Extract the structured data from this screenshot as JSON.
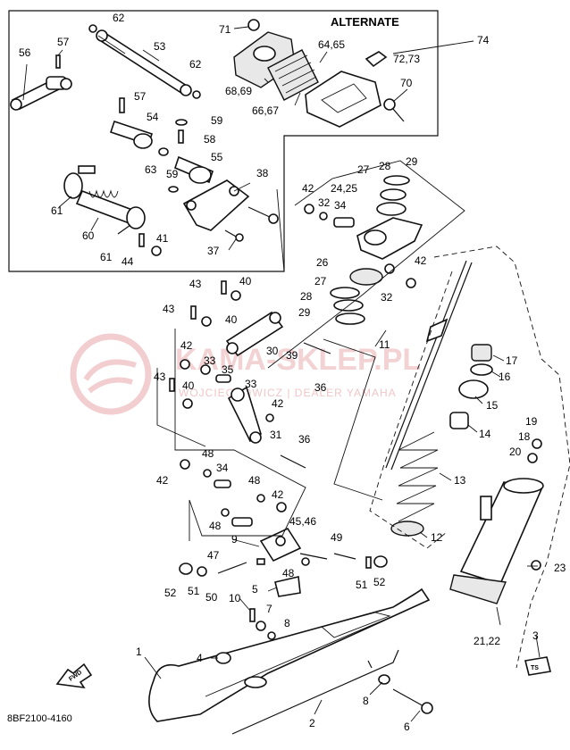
{
  "diagram": {
    "header": "ALTERNATE",
    "figure_code": "8BF2100-4160",
    "fwd_label": "FWD",
    "ts_label": "TS",
    "watermark": {
      "brand": "KAMA-SKLEP.PL",
      "sub": "WOJCIECHOWICZ | DEALER YAMAHA"
    },
    "callouts": [
      {
        "id": "c62a",
        "text": "62"
      },
      {
        "id": "c71",
        "text": "71"
      },
      {
        "id": "c57a",
        "text": "57"
      },
      {
        "id": "c53",
        "text": "53"
      },
      {
        "id": "c56",
        "text": "56"
      },
      {
        "id": "c62b",
        "text": "62"
      },
      {
        "id": "c6465",
        "text": "64,65"
      },
      {
        "id": "c7273",
        "text": "72,73"
      },
      {
        "id": "c74",
        "text": "74"
      },
      {
        "id": "c70",
        "text": "70"
      },
      {
        "id": "c6869",
        "text": "68,69"
      },
      {
        "id": "c6667",
        "text": "66,67"
      },
      {
        "id": "c57b",
        "text": "57"
      },
      {
        "id": "c54",
        "text": "54"
      },
      {
        "id": "c59a",
        "text": "59"
      },
      {
        "id": "c58",
        "text": "58"
      },
      {
        "id": "c63",
        "text": "63"
      },
      {
        "id": "c55",
        "text": "55"
      },
      {
        "id": "c38",
        "text": "38"
      },
      {
        "id": "c59b",
        "text": "59"
      },
      {
        "id": "c61a",
        "text": "61"
      },
      {
        "id": "c60",
        "text": "60"
      },
      {
        "id": "c41",
        "text": "41"
      },
      {
        "id": "c61b",
        "text": "61"
      },
      {
        "id": "c44",
        "text": "44"
      },
      {
        "id": "c37",
        "text": "37"
      },
      {
        "id": "c27a",
        "text": "27"
      },
      {
        "id": "c28a",
        "text": "28"
      },
      {
        "id": "c29a",
        "text": "29"
      },
      {
        "id": "c42a",
        "text": "42"
      },
      {
        "id": "c2425",
        "text": "24,25"
      },
      {
        "id": "c32a",
        "text": "32"
      },
      {
        "id": "c34a",
        "text": "34"
      },
      {
        "id": "c42b",
        "text": "42"
      },
      {
        "id": "c26",
        "text": "26"
      },
      {
        "id": "c27b",
        "text": "27"
      },
      {
        "id": "c32b",
        "text": "32"
      },
      {
        "id": "c28b",
        "text": "28"
      },
      {
        "id": "c29b",
        "text": "29"
      },
      {
        "id": "c43a",
        "text": "43"
      },
      {
        "id": "c40a",
        "text": "40"
      },
      {
        "id": "c43b",
        "text": "43"
      },
      {
        "id": "c40b",
        "text": "40"
      },
      {
        "id": "c42c",
        "text": "42"
      },
      {
        "id": "c30",
        "text": "30"
      },
      {
        "id": "c39",
        "text": "39"
      },
      {
        "id": "c33a",
        "text": "33"
      },
      {
        "id": "c35",
        "text": "35"
      },
      {
        "id": "c43c",
        "text": "43"
      },
      {
        "id": "c40c",
        "text": "40"
      },
      {
        "id": "c33b",
        "text": "33"
      },
      {
        "id": "c36a",
        "text": "36"
      },
      {
        "id": "c42d",
        "text": "42"
      },
      {
        "id": "c31",
        "text": "31"
      },
      {
        "id": "c36b",
        "text": "36"
      },
      {
        "id": "c11",
        "text": "11"
      },
      {
        "id": "c17",
        "text": "17"
      },
      {
        "id": "c16",
        "text": "16"
      },
      {
        "id": "c15",
        "text": "15"
      },
      {
        "id": "c14",
        "text": "14"
      },
      {
        "id": "c19",
        "text": "19"
      },
      {
        "id": "c18",
        "text": "18"
      },
      {
        "id": "c20",
        "text": "20"
      },
      {
        "id": "c13",
        "text": "13"
      },
      {
        "id": "c12",
        "text": "12"
      },
      {
        "id": "c42e",
        "text": "42"
      },
      {
        "id": "c48a",
        "text": "48"
      },
      {
        "id": "c34b",
        "text": "34"
      },
      {
        "id": "c48b",
        "text": "48"
      },
      {
        "id": "c42f",
        "text": "42"
      },
      {
        "id": "c48c",
        "text": "48"
      },
      {
        "id": "c9",
        "text": "9"
      },
      {
        "id": "c4546",
        "text": "45,46"
      },
      {
        "id": "c49",
        "text": "49"
      },
      {
        "id": "c47",
        "text": "47"
      },
      {
        "id": "c48d",
        "text": "48"
      },
      {
        "id": "c52a",
        "text": "52"
      },
      {
        "id": "c51a",
        "text": "51"
      },
      {
        "id": "c50",
        "text": "50"
      },
      {
        "id": "c5",
        "text": "5"
      },
      {
        "id": "c51b",
        "text": "51"
      },
      {
        "id": "c52b",
        "text": "52"
      },
      {
        "id": "c23",
        "text": "23"
      },
      {
        "id": "c10",
        "text": "10"
      },
      {
        "id": "c7",
        "text": "7"
      },
      {
        "id": "c8a",
        "text": "8"
      },
      {
        "id": "c2122",
        "text": "21,22"
      },
      {
        "id": "c3",
        "text": "3"
      },
      {
        "id": "c1",
        "text": "1"
      },
      {
        "id": "c4",
        "text": "4"
      },
      {
        "id": "c8b",
        "text": "8"
      },
      {
        "id": "c2",
        "text": "2"
      },
      {
        "id": "c6",
        "text": "6"
      }
    ]
  }
}
